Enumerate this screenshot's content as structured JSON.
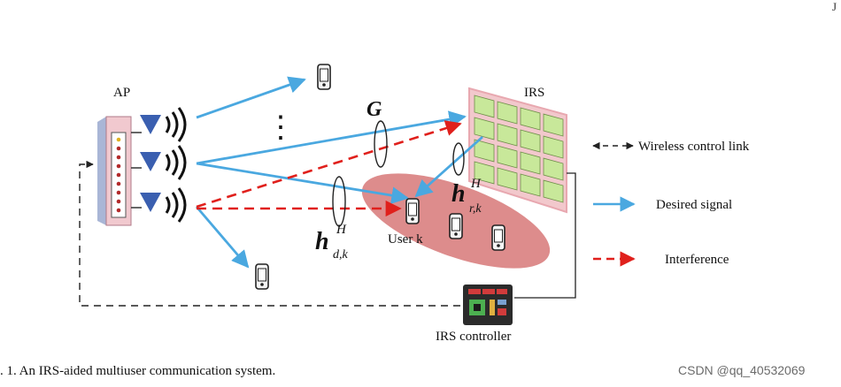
{
  "labels": {
    "ap": "AP",
    "irs": "IRS",
    "user_k": "User k",
    "irs_controller": "IRS controller",
    "g": "G",
    "h": "h",
    "h_sup": "H",
    "hd_sub": "d,k",
    "hr_sub": "r,k",
    "dots": "⋮",
    "corner_mark": "J"
  },
  "legend": [
    {
      "label": "Wireless control link",
      "style": "black-dashed-bidirectional"
    },
    {
      "label": "Desired signal",
      "style": "blue-solid"
    },
    {
      "label": "Interference",
      "style": "red-dashed"
    }
  ],
  "caption": ". 1.  An IRS-aided multiuser communication system.",
  "watermark": "CSDN @qq_40532069",
  "colors": {
    "desired_signal": "#4aa8e0",
    "interference": "#e0201c",
    "control_link": "#222222",
    "irs_border": "#e8a8b0",
    "irs_cell": "#c8e89a",
    "coverage_ellipse": "#d98080",
    "antenna": "#3a5fb0"
  },
  "icons": [
    "antenna-icon",
    "phone-icon",
    "irs-panel-icon",
    "controller-board-icon",
    "access-point-icon"
  ]
}
